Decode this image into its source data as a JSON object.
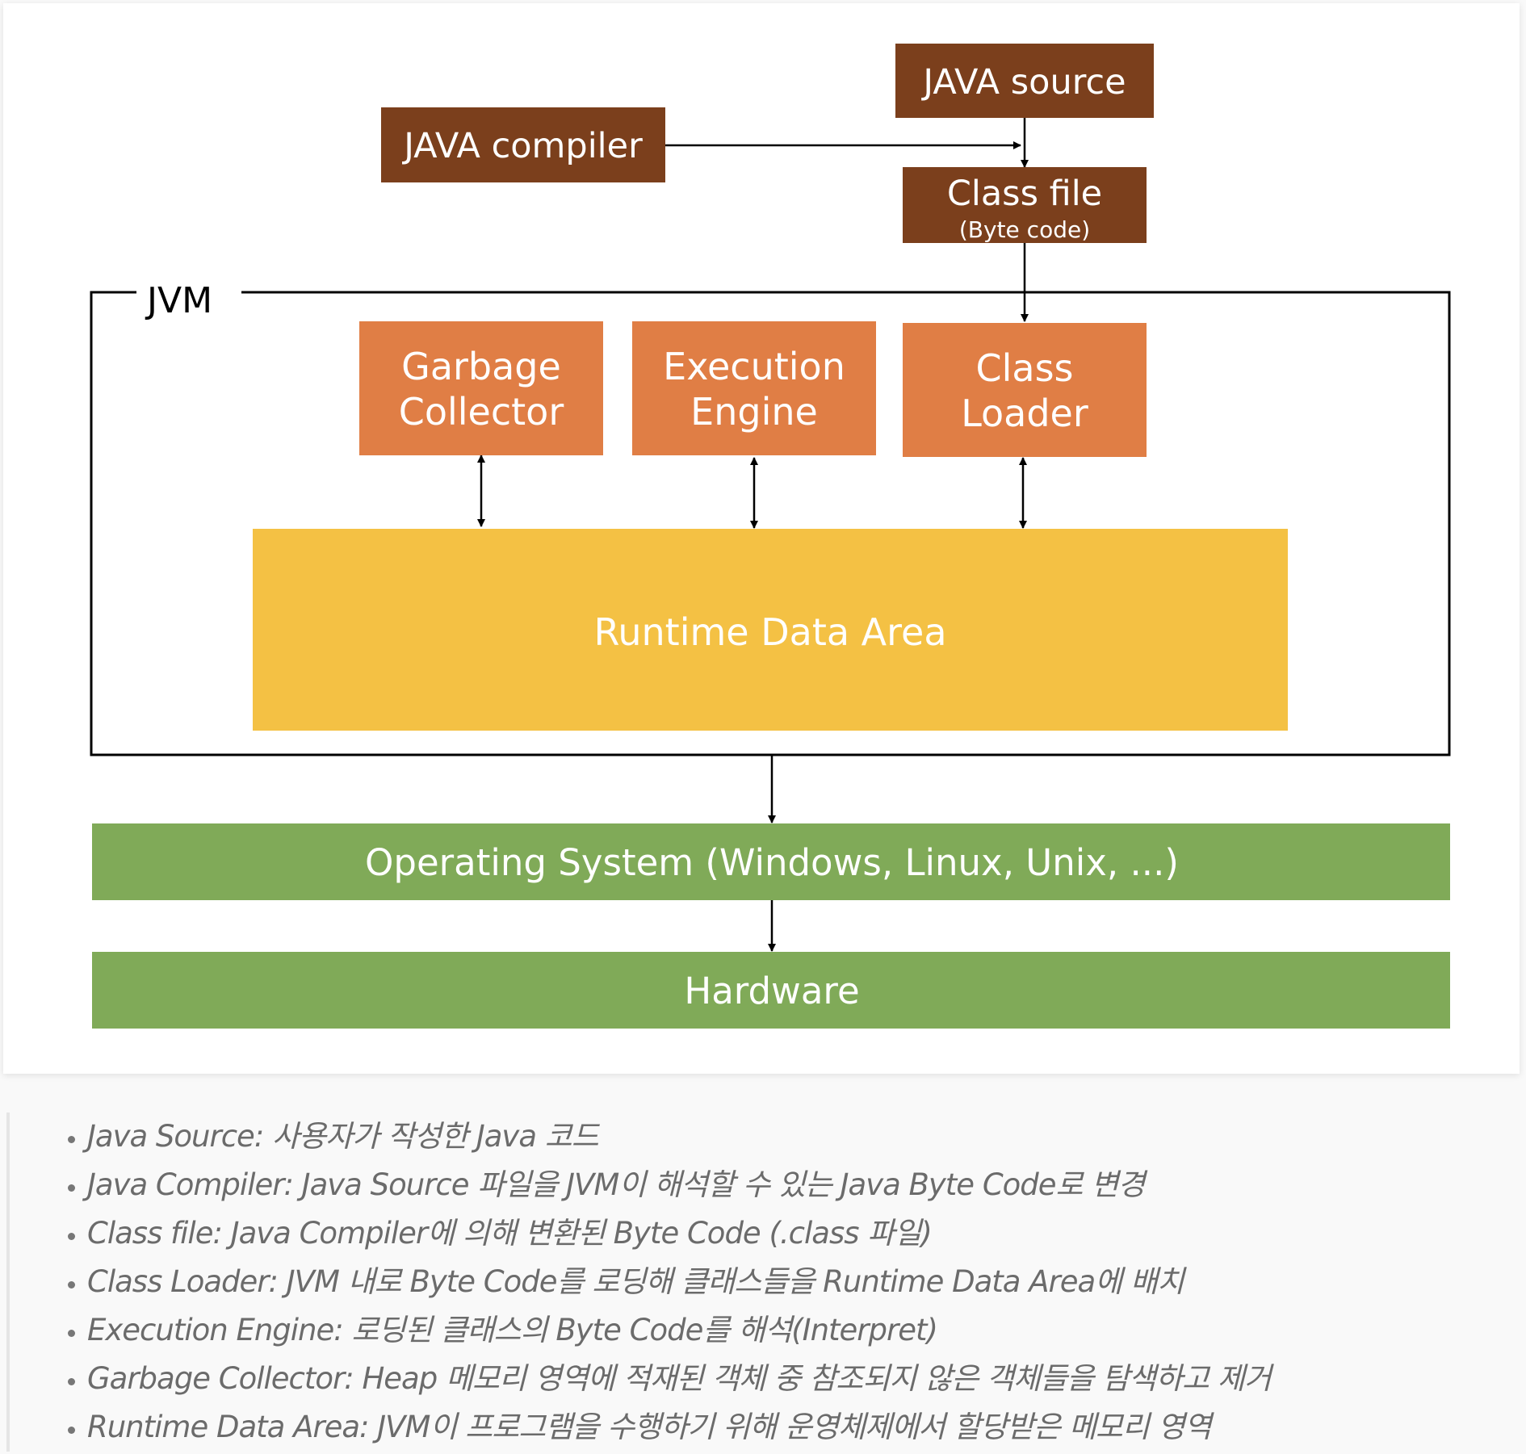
{
  "diagram": {
    "java_source": "JAVA source",
    "java_compiler": "JAVA compiler",
    "class_file": "Class file",
    "class_file_sub": "(Byte code)",
    "jvm_label": "JVM",
    "garbage_collector": [
      "Garbage",
      "Collector"
    ],
    "execution_engine": [
      "Execution",
      "Engine"
    ],
    "class_loader": [
      "Class",
      "Loader"
    ],
    "runtime_data_area": "Runtime Data Area",
    "operating_system": "Operating System (Windows, Linux, Unix, ...)",
    "hardware": "Hardware",
    "colors": {
      "dark_brown": "#7B3F1C",
      "orange": "#E07E45",
      "yellow": "#F4C144",
      "green": "#80AA58",
      "line": "#000000",
      "box_text": "#ffffff"
    }
  },
  "notes": [
    {
      "term": "Java Source",
      "desc": " 사용자가 작성한 Java 코드"
    },
    {
      "term": "Java Compiler",
      "desc": " Java Source 파일을 JVM이 해석할 수 있는 Java Byte Code로 변경"
    },
    {
      "term": "Class file",
      "desc": " Java Compiler에 의해 변환된 Byte Code (.class 파일)"
    },
    {
      "term": "Class Loader",
      "desc": " JVM 내로 Byte Code를 로딩해 클래스들을 Runtime Data Area에 배치"
    },
    {
      "term": "Execution Engine",
      "desc": " 로딩된 클래스의 Byte Code를 해석(Interpret)"
    },
    {
      "term": "Garbage Collector",
      "desc": " Heap 메모리 영역에 적재된 객체 중 참조되지 않은 객체들을 탐색하고 제거"
    },
    {
      "term": "Runtime Data Area",
      "desc": " JVM이 프로그램을 수행하기 위해 운영체제에서 할당받은 메모리 영역"
    }
  ]
}
